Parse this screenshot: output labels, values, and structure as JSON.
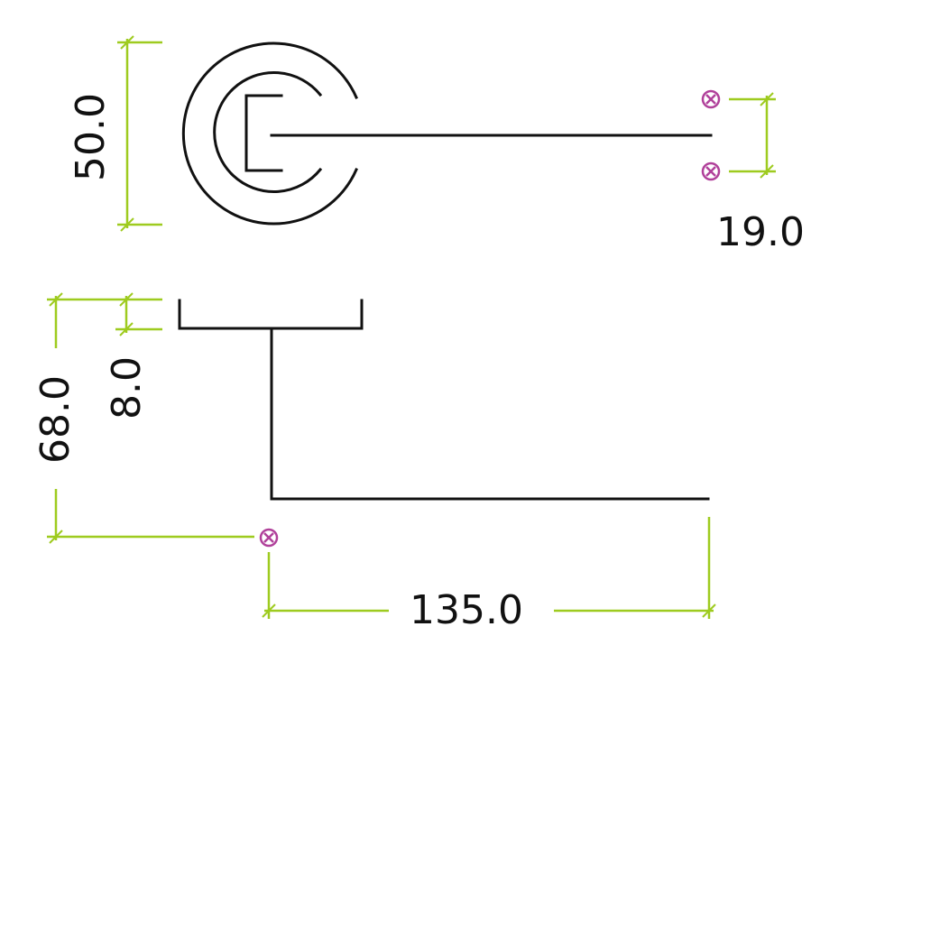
{
  "dimensions": {
    "rose_diameter": "50.0",
    "lever_section": "19.0",
    "rose_projection": "68.0",
    "rose_thickness": "8.0",
    "lever_length": "135.0"
  },
  "colors": {
    "part_line": "#111111",
    "dimension_line": "#9ecb1f",
    "reference_marker": "#b0409a"
  },
  "icons": {
    "reference_marker": "circle-x-icon"
  }
}
